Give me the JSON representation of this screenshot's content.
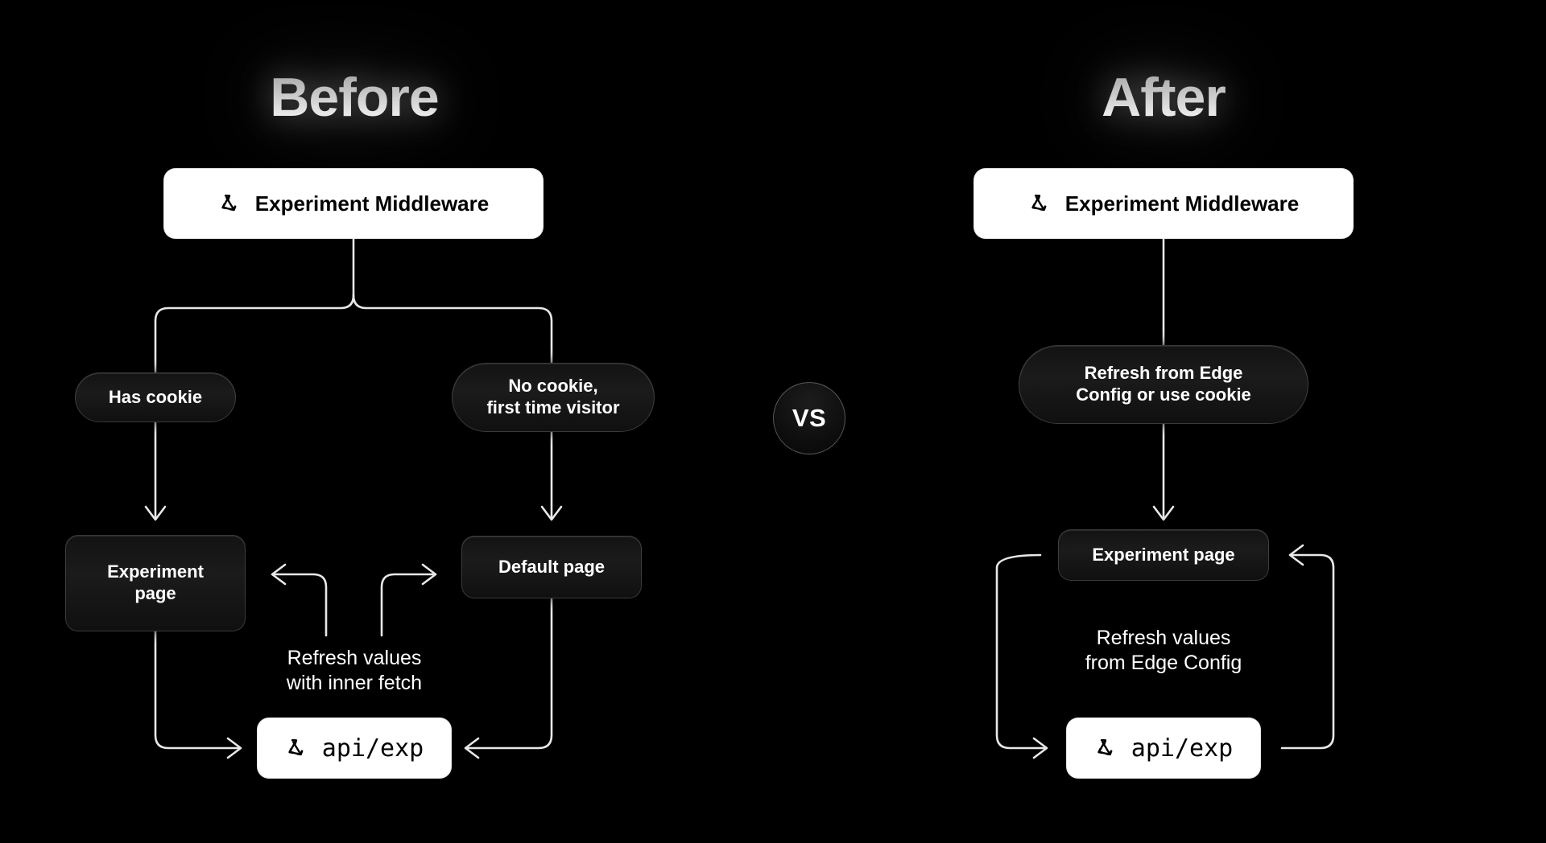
{
  "meta": {
    "background": "#000000",
    "accent": "#ffffff"
  },
  "left": {
    "title": "Before",
    "middleware": {
      "label": "Experiment Middleware",
      "icon": "vercel-cycle-icon"
    },
    "branch_cookie": "Has cookie",
    "branch_no_cookie": "No cookie,\nfirst time visitor",
    "experiment_page": "Experiment\npage",
    "default_page": "Default page",
    "refresh_note": "Refresh values\nwith inner fetch",
    "api": {
      "label": "api/exp",
      "icon": "vercel-cycle-icon"
    }
  },
  "divider": {
    "vs_label": "VS",
    "style": "dashed"
  },
  "right": {
    "title": "After",
    "middleware": {
      "label": "Experiment Middleware",
      "icon": "vercel-cycle-icon"
    },
    "refresh_node": "Refresh from Edge\nConfig or use cookie",
    "experiment_page": "Experiment page",
    "refresh_note": "Refresh values\nfrom Edge Config",
    "api": {
      "label": "api/exp",
      "icon": "vercel-cycle-icon"
    }
  }
}
